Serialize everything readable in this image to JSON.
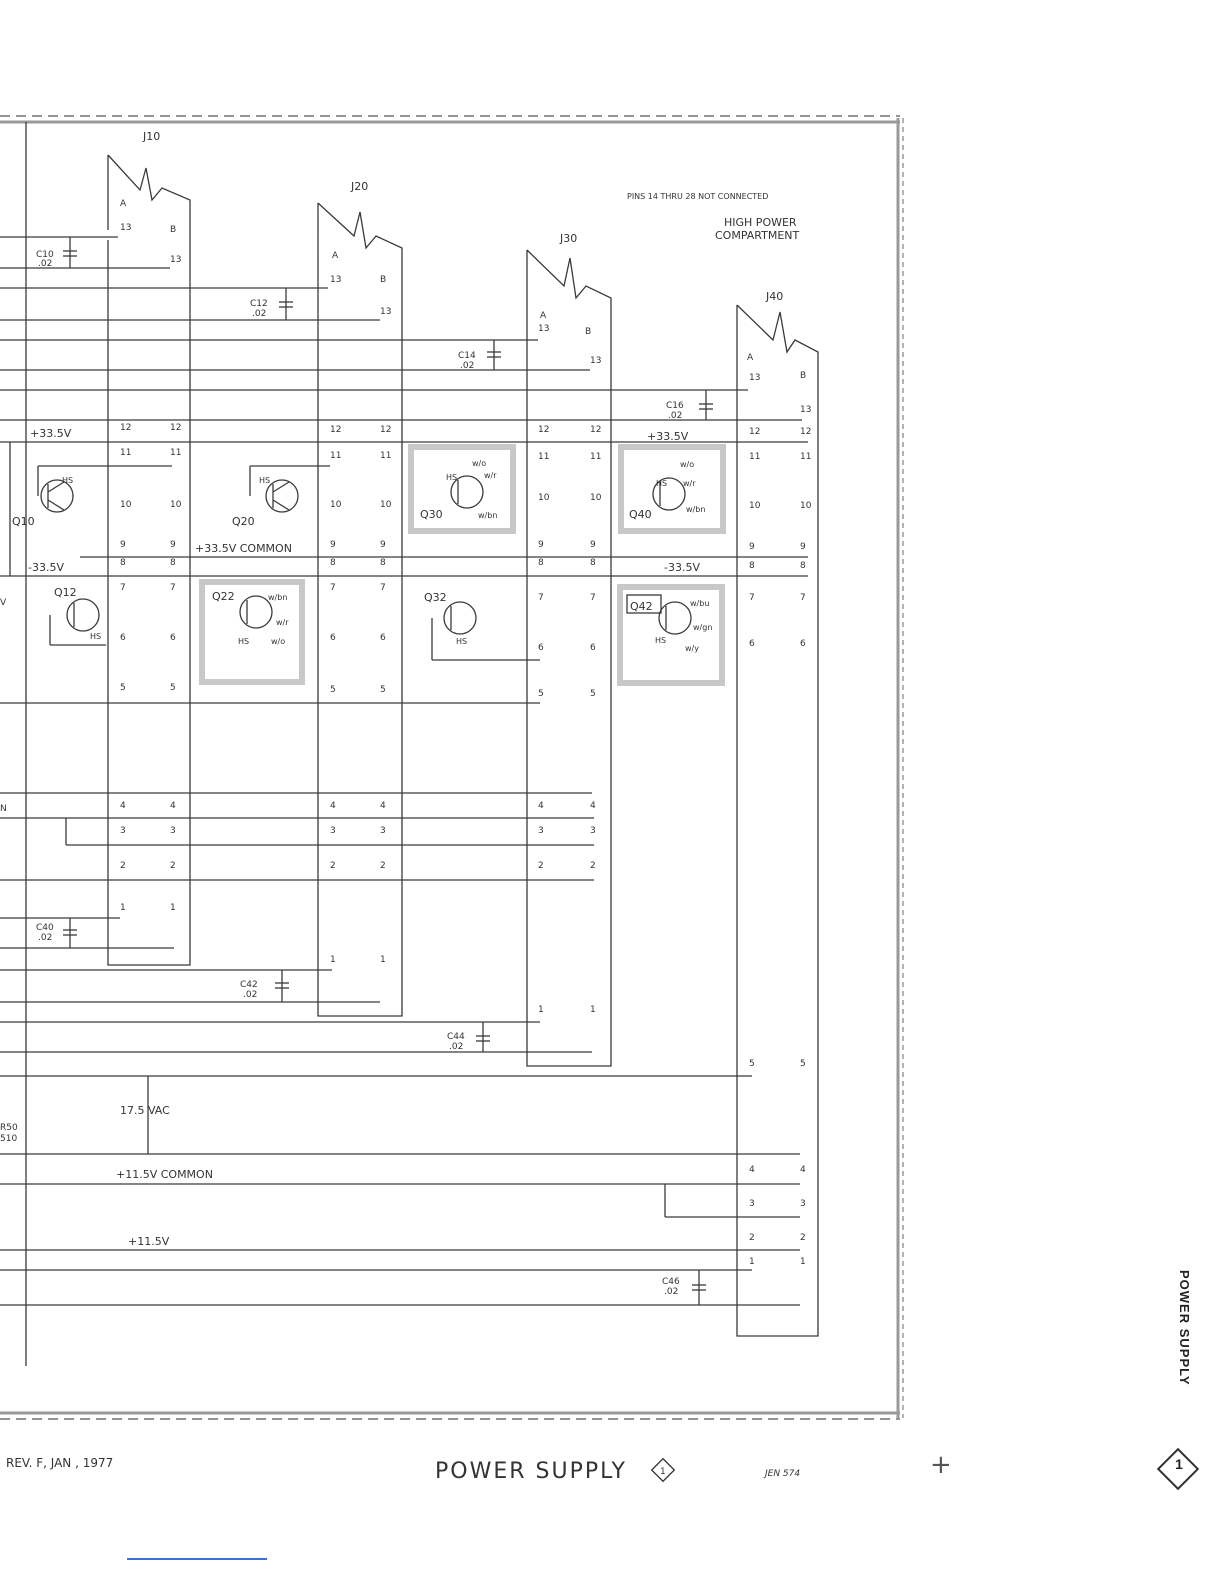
{
  "connectors": {
    "j10": "J10",
    "j20": "J20",
    "j30": "J30",
    "j40": "J40",
    "side_a": "A",
    "side_b": "B"
  },
  "notes": {
    "pins_note": "PINS 14 THRU 28 NOT CONNECTED",
    "compartment_line1": "HIGH POWER",
    "compartment_line2": "COMPARTMENT"
  },
  "capacitors": {
    "c10": "C10",
    "c12": "C12",
    "c14": "C14",
    "c16": "C16",
    "c40": "C40",
    "c42": "C42",
    "c44": "C44",
    "c46": "C46",
    "value": ".02"
  },
  "transistors": {
    "q10": "Q10",
    "q12": "Q12",
    "q20": "Q20",
    "q22": "Q22",
    "q30": "Q30",
    "q32": "Q32",
    "q40": "Q40",
    "q42": "Q42",
    "hs": "HS"
  },
  "wires": {
    "wo": "w/o",
    "wr": "w/r",
    "wbn": "w/bn",
    "wbu": "w/bu",
    "wgn": "w/gn",
    "wy": "w/y"
  },
  "rails": {
    "plus33": "+33.5V",
    "minus33": "-33.5V",
    "common33": "+33.5V COMMON",
    "vac": "17.5 VAC",
    "common11": "+11.5V COMMON",
    "plus11": "+11.5V"
  },
  "partial": {
    "on": "N",
    "r50_1": "R50",
    "r50_2": "510",
    "w": "V"
  },
  "pins": [
    "13",
    "12",
    "11",
    "10",
    "9",
    "8",
    "7",
    "6",
    "5",
    "4",
    "3",
    "2",
    "1"
  ],
  "footer": {
    "rev": "REV. F, JAN , 1977",
    "title": "POWER SUPPLY",
    "title_num": "1",
    "code": "JEN 574",
    "side_tab": "POWER SUPPLY",
    "page_num": "1"
  }
}
